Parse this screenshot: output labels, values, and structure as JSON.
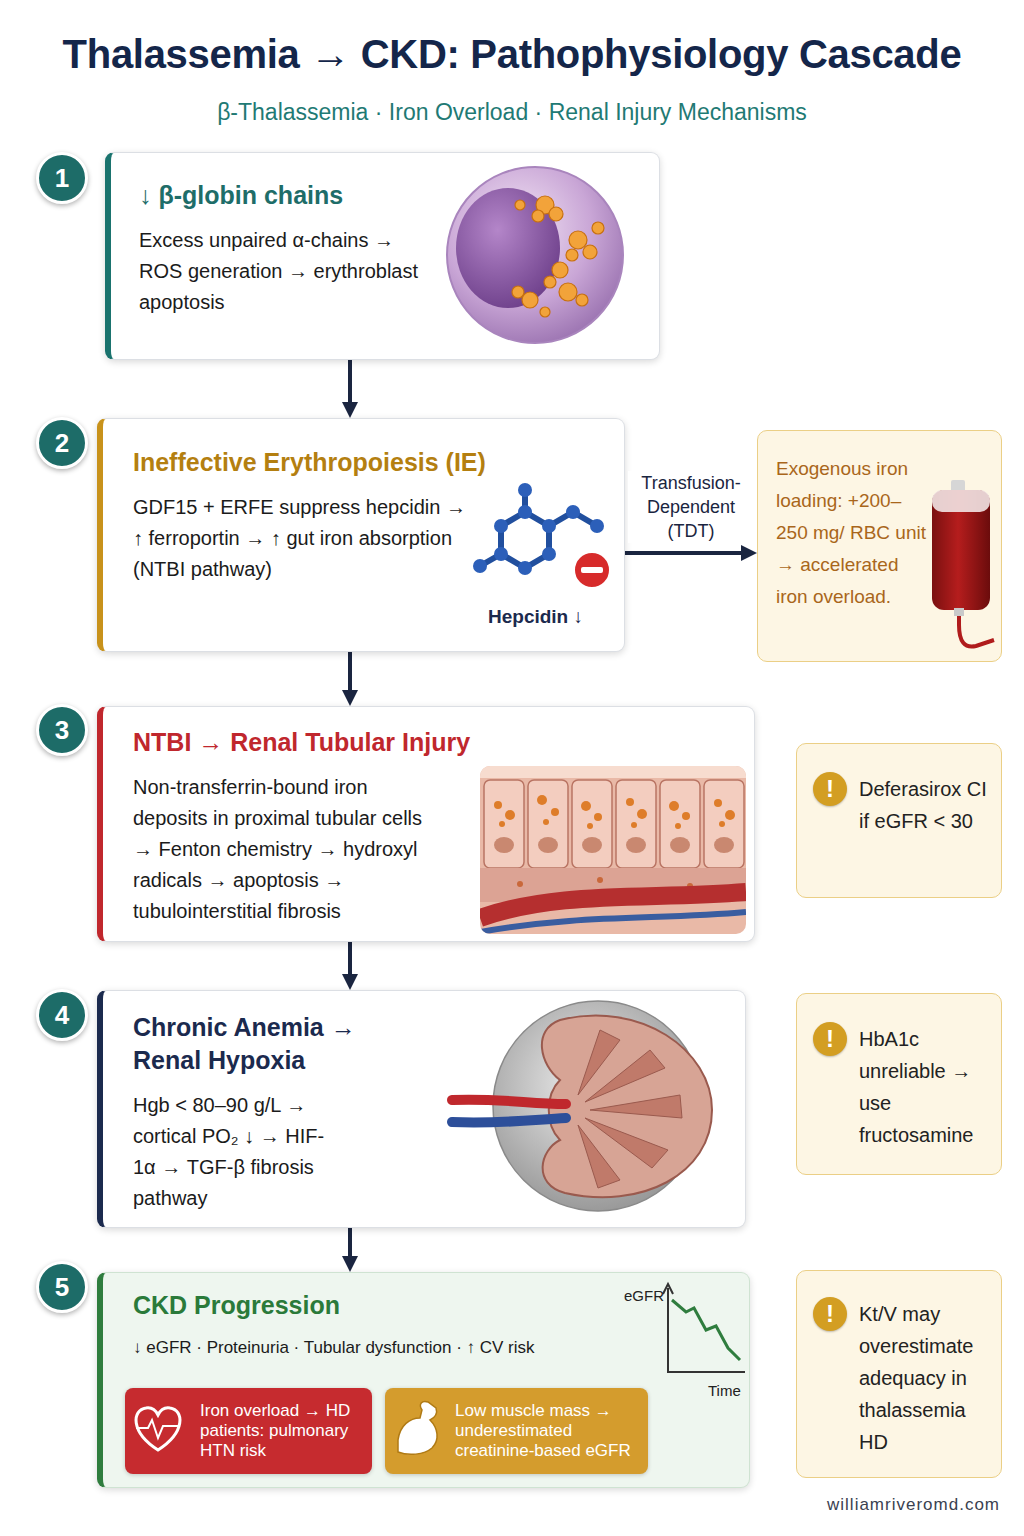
{
  "diagram": {
    "title": "Thalassemia → CKD: Pathophysiology Cascade",
    "nodes": [
      {
        "text": [
          "↓ β-globin chains",
          "Excess unpaired α-chains → ROS generation → erythroblast apoptosis"
        ]
      },
      {
        "text": [
          "Ineffective Erythropoiesis (IE)",
          "GDF15 + ERFE suppress hepcidin → ↑ ferroportin → ↑ gut iron absorption (NTBI pathway)",
          "Hepcidin ↓"
        ]
      },
      {
        "text": [
          "Exogenous iron loading: +200–250 mg/ RBC unit → accelerated iron overload."
        ]
      },
      {
        "text": [
          "NTBI → Renal Tubular Injury",
          "Non-transferrin-bound iron deposits in proximal tubular cells → Fenton chemistry → hydroxyl radicals → apoptosis → tubulointerstitial fibrosis"
        ]
      },
      {
        "text": [
          "!",
          "Deferasirox CI if eGFR < 30"
        ]
      },
      {
        "text": [
          "Chronic Anemia → Renal Hypoxia",
          "Hgb < 80–90 g/L → cortical PO₂ ↓ → HIF-1α → TGF-β fibrosis pathway"
        ]
      },
      {
        "text": [
          "!",
          "HbA1c unreliable → use fructosamine"
        ]
      },
      {
        "text": [
          "CKD Progression",
          "↓ eGFR · Proteinuria · Tubular dysfunction · ↑ CV risk"
        ]
      },
      {
        "text": [
          "Iron overload → HD patients: pulmonary HTN risk"
        ],
        "in": 7
      },
      {
        "text": [
          "Low muscle mass → underestimated creatinine-based eGFR"
        ],
        "in": 7
      },
      {
        "text": [
          "!",
          "Kt/V may overestimate adequacy in thalassemia HD"
        ]
      }
    ],
    "edges": [
      {
        "from": 0,
        "to": 1,
        "arrow": "to"
      },
      {
        "from": 1,
        "to": 2,
        "label": "Transfusion- Dependent (TDT)",
        "arrow": "to"
      },
      {
        "from": 1,
        "to": 3,
        "arrow": "to"
      },
      {
        "from": 3,
        "to": 5,
        "arrow": "to"
      },
      {
        "from": 5,
        "to": 7,
        "arrow": "to"
      }
    ],
    "labels": [
      "β-Thalassemia · Iron Overload · Renal Injury Mechanisms",
      "1",
      "2",
      "3",
      "4",
      "5",
      "eGFR",
      "Time",
      "williamriveromd.com"
    ]
  }
}
